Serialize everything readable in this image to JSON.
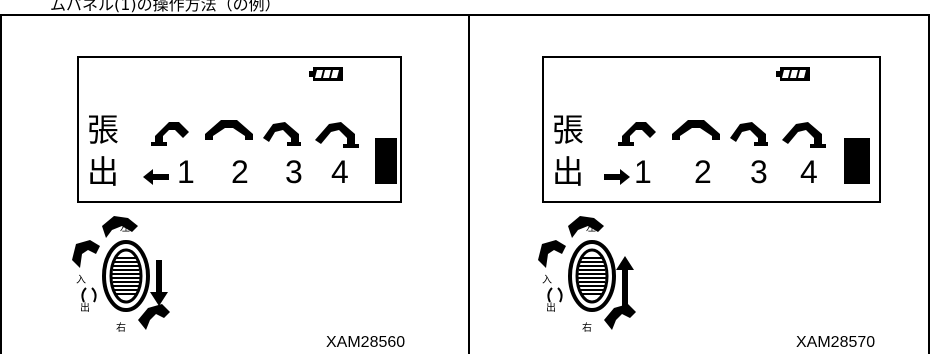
{
  "header_text": "ムパネル(1)の操作方法（の例）",
  "panels": [
    {
      "jp_top": "張",
      "jp_bottom": "出",
      "digits": [
        "1",
        "2",
        "3",
        "4"
      ],
      "arrow_direction": "left",
      "knob_arrow": "down",
      "label_left": "左",
      "label_in": "入",
      "label_out": "出",
      "label_right": "右",
      "code": "XAM28560"
    },
    {
      "jp_top": "張",
      "jp_bottom": "出",
      "digits": [
        "1",
        "2",
        "3",
        "4"
      ],
      "arrow_direction": "right",
      "knob_arrow": "up",
      "label_left": "左",
      "label_in": "入",
      "label_out": "出",
      "label_right": "右",
      "code": "XAM28570"
    }
  ]
}
